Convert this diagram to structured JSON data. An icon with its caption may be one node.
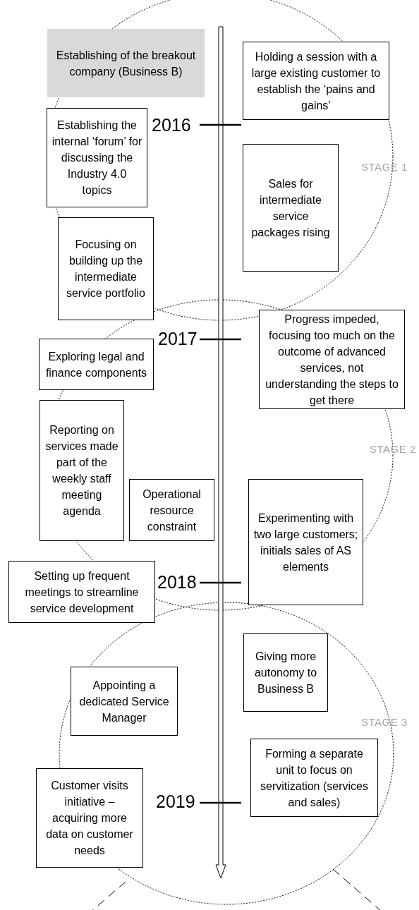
{
  "diagram": {
    "nodes": [
      {
        "text": [
          "Establishing of the breakout company (Business B)"
        ]
      },
      {
        "text": [
          "Holding a session with a large existing customer to establish the ‘pains and gains’"
        ]
      },
      {
        "text": [
          "Establishing the internal ‘forum’ for discussing the Industry 4.0 topics"
        ]
      },
      {
        "text": [
          "Sales for intermediate service packages rising"
        ]
      },
      {
        "text": [
          "Focusing on building up the intermediate service portfolio"
        ]
      },
      {
        "text": [
          "Progress impeded, focusing too much on the outcome of advanced services, not understanding the steps to get there"
        ]
      },
      {
        "text": [
          "Exploring legal and finance components"
        ]
      },
      {
        "text": [
          "Reporting on services made part of the weekly staff meeting agenda"
        ]
      },
      {
        "text": [
          "Operational resource constraint"
        ]
      },
      {
        "text": [
          "Experimenting with two large customers; initials sales of AS elements"
        ]
      },
      {
        "text": [
          "Setting up frequent meetings to streamline service development"
        ]
      },
      {
        "text": [
          "Giving more autonomy to Business B"
        ]
      },
      {
        "text": [
          "Appointing a dedicated Service Manager"
        ]
      },
      {
        "text": [
          "Forming a separate unit to focus on servitization (services and sales)"
        ]
      },
      {
        "text": [
          "Customer visits initiative – acquiring more data on customer needs"
        ]
      }
    ],
    "labels": [
      "2016",
      "STAGE 1",
      "2017",
      "STAGE 2",
      "2018",
      "STAGE 3",
      "2019"
    ]
  }
}
